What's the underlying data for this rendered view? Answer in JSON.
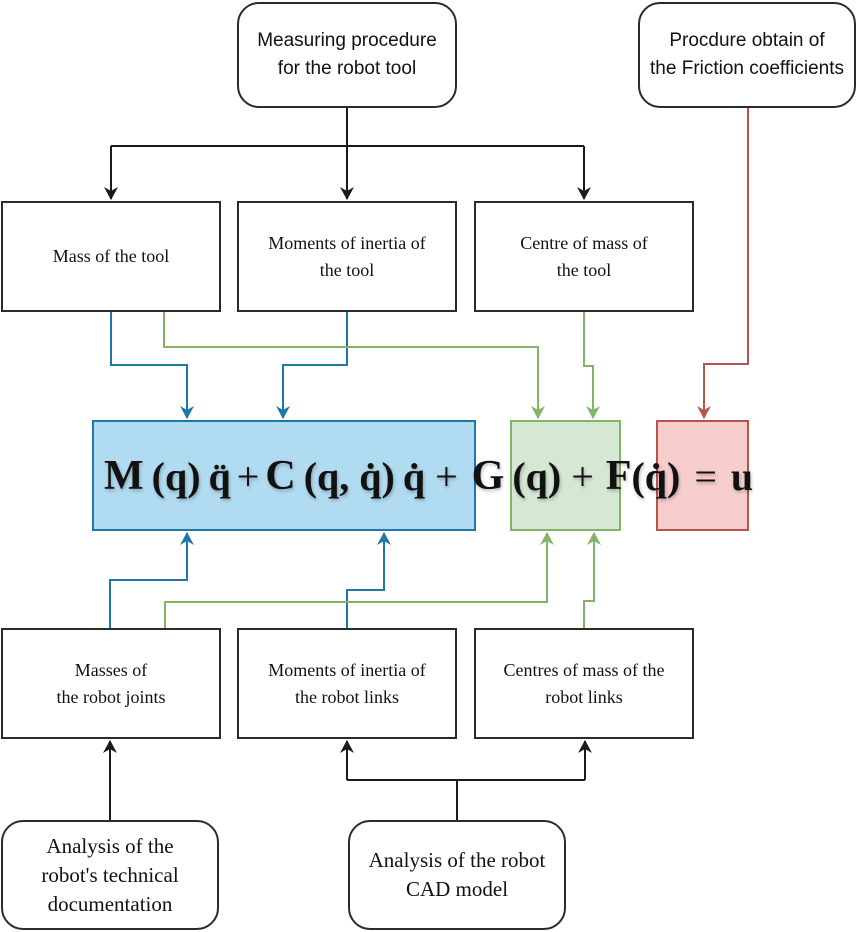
{
  "colors": {
    "black_line": "#1a1a1a",
    "blue": "#1f77a8",
    "blue_fill": "#b1dbf0",
    "green": "#82b366",
    "green_fill": "#d5e8d4",
    "red": "#b85450",
    "red_fill": "#f8cecc"
  },
  "sources_top": {
    "measuring": "Measuring procedure\nfor the robot tool",
    "friction": "Procdure obtain of\nthe Friction coefficients"
  },
  "tool_params": {
    "mass": "Mass of the tool",
    "inertia": "Moments of inertia of\nthe tool",
    "centre": "Centre of mass of\nthe tool"
  },
  "equation": {
    "M": "M",
    "q1": "(q)",
    "qdd": "q̈",
    "plus1": "+",
    "C": "C",
    "qqd": "(q, q̇)",
    "qd1": "q̇",
    "plus2": "+",
    "G": "G",
    "q2": "(q)",
    "plus3": "+",
    "F": "F",
    "qd2": "(q̇)",
    "eq": "=",
    "u": "u"
  },
  "robot_params": {
    "masses": "Masses of\nthe robot joints",
    "inertia": "Moments of inertia of\nthe robot links",
    "centres": "Centres of mass of the\nrobot links"
  },
  "sources_bottom": {
    "documentation": "Analysis of the\nrobot's technical\ndocumentation",
    "cad": "Analysis of the robot\nCAD model"
  }
}
